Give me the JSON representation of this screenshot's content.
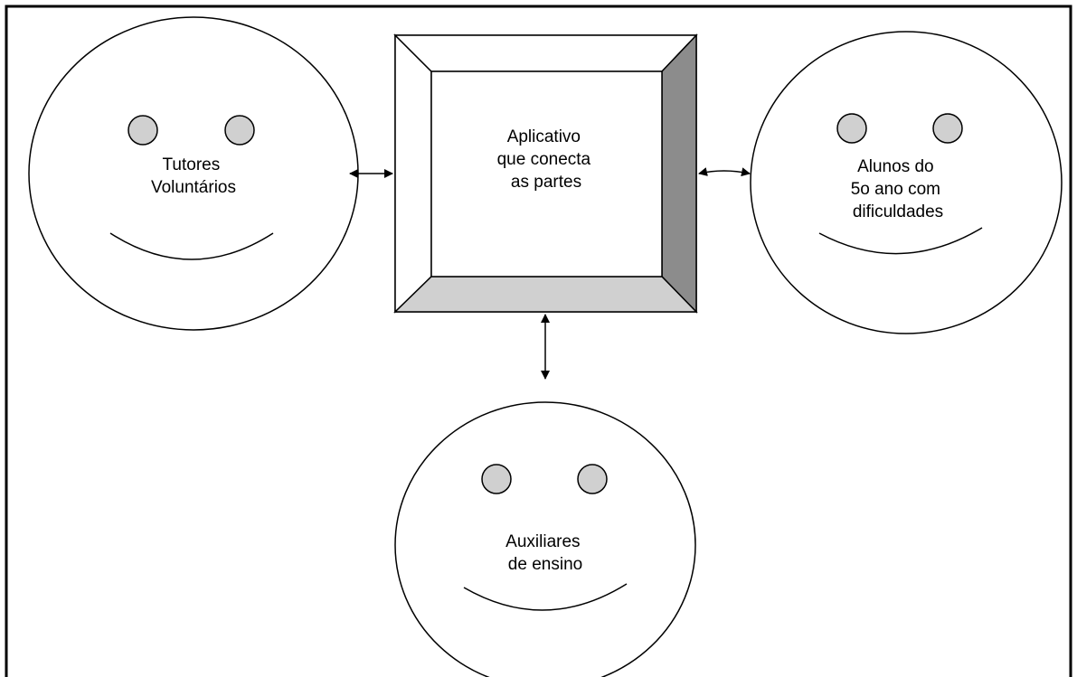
{
  "center": {
    "lines": [
      "Aplicativo",
      "que conecta",
      "as partes"
    ]
  },
  "faces": [
    {
      "id": "tutores",
      "lines": [
        "Tutores",
        "Voluntários"
      ]
    },
    {
      "id": "alunos",
      "lines": [
        "Alunos do",
        "5o ano com",
        "dificuldades"
      ]
    },
    {
      "id": "auxiliares",
      "lines": [
        "Auxiliares",
        "de ensino"
      ]
    }
  ],
  "colors": {
    "line": "#000000",
    "eye_fill": "#d0d0d0",
    "bevel_dark": "#8c8c8c",
    "bevel_light": "#d0d0d0",
    "panel": "#ffffff"
  }
}
